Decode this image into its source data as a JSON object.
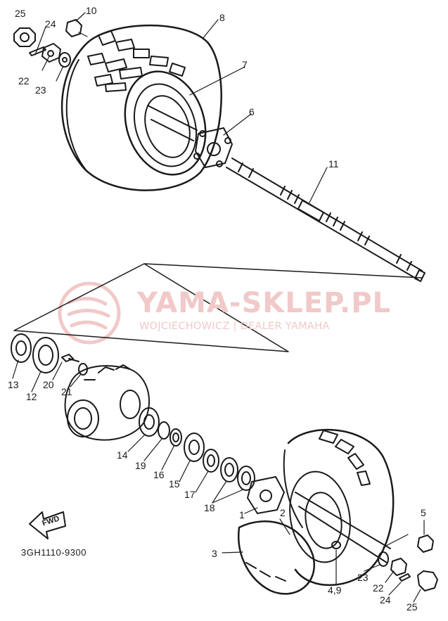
{
  "watermark": {
    "title": "YAMA-SKLEP.PL",
    "subtitle": "WOJCIECHOWICZ | DEALER YAMAHA"
  },
  "diagram": {
    "part_code": "3GH1110-9300",
    "fwd_label": "FWD",
    "callouts": {
      "n25_top": "25",
      "n10": "10",
      "n24_top": "24",
      "n8": "8",
      "n22_top": "22",
      "n23_top": "23",
      "n7": "7",
      "n6": "6",
      "n11": "11",
      "n13": "13",
      "n12": "12",
      "n20": "20",
      "n21": "21",
      "n14": "14",
      "n19": "19",
      "n16": "16",
      "n15": "15",
      "n17": "17",
      "n18": "18",
      "n1": "1",
      "n2": "2",
      "n5": "5",
      "n3": "3",
      "n23_bot": "23",
      "n22_bot": "22",
      "n24_bot": "24",
      "n25_bot": "25",
      "n49": "4,9"
    }
  }
}
